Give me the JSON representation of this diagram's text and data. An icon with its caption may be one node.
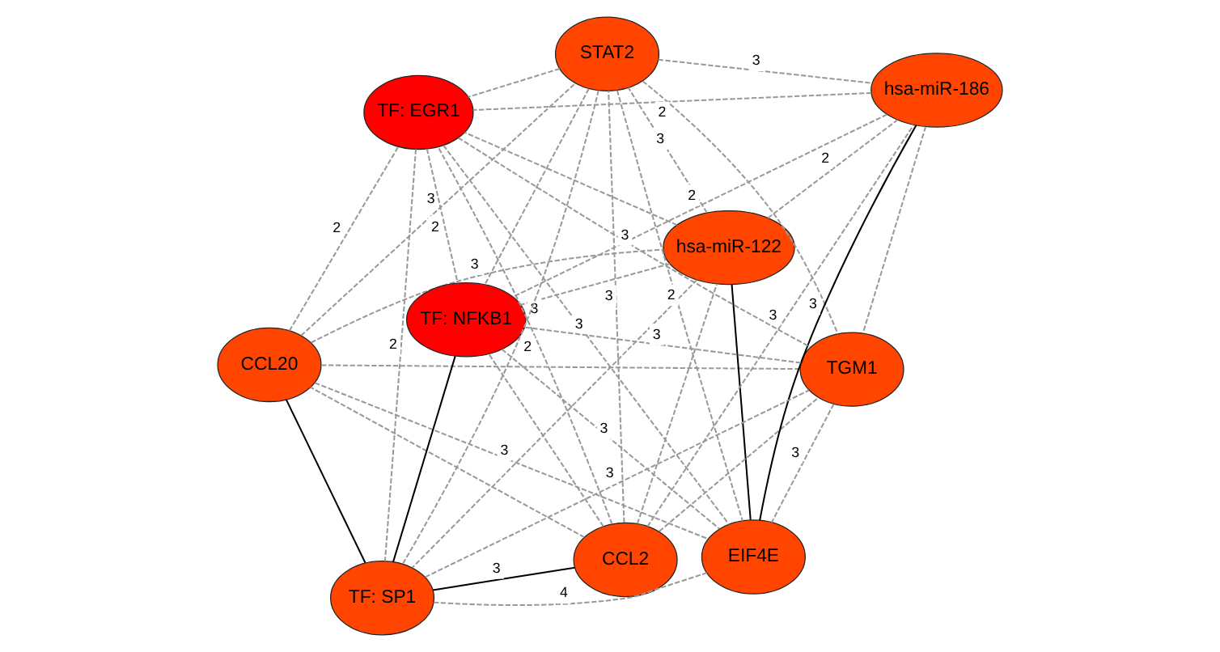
{
  "diagram": {
    "nodes": [
      {
        "text": [
          "CCL20"
        ]
      },
      {
        "text": [
          "hsa-miR-122"
        ]
      },
      {
        "text": [
          "CCL2"
        ]
      },
      {
        "text": [
          "STAT2"
        ]
      },
      {
        "text": [
          "hsa-miR-186"
        ]
      },
      {
        "text": [
          "TF: EGR1"
        ]
      },
      {
        "text": [
          "TF: SP1"
        ]
      },
      {
        "text": [
          "TGM1"
        ]
      },
      {
        "text": [
          "TF: NFKB1"
        ]
      },
      {
        "text": [
          "EIF4E"
        ]
      }
    ],
    "edges": [
      {
        "from": 0,
        "to": 1,
        "arrow": "none",
        "label": "3",
        "style": "dashed"
      },
      {
        "from": 0,
        "to": 3,
        "arrow": "none",
        "label": "3",
        "style": "dashed"
      },
      {
        "from": 0,
        "to": 9,
        "arrow": "none",
        "label": "3",
        "style": "dashed"
      },
      {
        "from": 0,
        "to": 5,
        "arrow": "none",
        "label": "2",
        "style": "dashed"
      },
      {
        "from": 0,
        "to": 7,
        "arrow": "none",
        "style": "dashed"
      },
      {
        "from": 0,
        "to": 6,
        "arrow": "none",
        "color": "#000000"
      },
      {
        "from": 2,
        "to": 0,
        "arrow": "none",
        "style": "dashed"
      },
      {
        "from": 2,
        "to": 1,
        "arrow": "none",
        "style": "dashed"
      },
      {
        "from": 2,
        "to": 3,
        "arrow": "none",
        "label": "3",
        "style": "dashed"
      },
      {
        "from": 2,
        "to": 4,
        "arrow": "none",
        "label": "3",
        "style": "dashed"
      },
      {
        "from": 2,
        "to": 5,
        "arrow": "none",
        "label": "3",
        "style": "dashed"
      },
      {
        "from": 2,
        "to": 7,
        "arrow": "none",
        "style": "dashed"
      },
      {
        "from": 2,
        "to": 8,
        "arrow": "none",
        "style": "dashed"
      },
      {
        "from": 2,
        "to": 6,
        "arrow": "none",
        "label": "3",
        "color": "#000000"
      },
      {
        "from": 1,
        "to": 3,
        "arrow": "none",
        "label": "3",
        "style": "dashed"
      },
      {
        "from": 1,
        "to": 4,
        "arrow": "none",
        "label": "2",
        "style": "dashed"
      },
      {
        "from": 1,
        "to": 5,
        "arrow": "none",
        "style": "dashed"
      },
      {
        "from": 1,
        "to": 6,
        "arrow": "none",
        "style": "dashed"
      },
      {
        "from": 1,
        "to": 8,
        "arrow": "none",
        "style": "dashed"
      },
      {
        "from": 1,
        "to": 9,
        "arrow": "none",
        "color": "#000000"
      },
      {
        "from": 3,
        "to": 4,
        "arrow": "none",
        "label": "3",
        "style": "dashed"
      },
      {
        "from": 3,
        "to": 5,
        "arrow": "none",
        "style": "dashed"
      },
      {
        "from": 3,
        "to": 6,
        "arrow": "none",
        "label": "2",
        "style": "dashed"
      },
      {
        "from": 3,
        "to": 7,
        "arrow": "none",
        "style": "dashed"
      },
      {
        "from": 3,
        "to": 8,
        "arrow": "none",
        "style": "dashed"
      },
      {
        "from": 3,
        "to": 9,
        "arrow": "none",
        "label": "2",
        "style": "dashed"
      },
      {
        "from": 4,
        "to": 5,
        "arrow": "none",
        "label": "2",
        "style": "dashed"
      },
      {
        "from": 4,
        "to": 7,
        "arrow": "none",
        "style": "dashed"
      },
      {
        "from": 4,
        "to": 8,
        "arrow": "none",
        "label": "2",
        "style": "dashed"
      },
      {
        "from": 4,
        "to": 9,
        "arrow": "none",
        "label": "3",
        "color": "#000000"
      },
      {
        "from": 5,
        "to": 6,
        "arrow": "none",
        "label": "2",
        "style": "dashed"
      },
      {
        "from": 5,
        "to": 7,
        "arrow": "none",
        "label": "3",
        "style": "dashed"
      },
      {
        "from": 5,
        "to": 8,
        "arrow": "none",
        "label": "2",
        "style": "dashed"
      },
      {
        "from": 5,
        "to": 9,
        "arrow": "none",
        "label": "3",
        "style": "dashed"
      },
      {
        "from": 6,
        "to": 7,
        "arrow": "none",
        "label": "3",
        "style": "dashed"
      },
      {
        "from": 6,
        "to": 9,
        "arrow": "none",
        "label": "4",
        "style": "dashed"
      },
      {
        "from": 6,
        "to": 8,
        "arrow": "none",
        "color": "#000000"
      },
      {
        "from": 7,
        "to": 8,
        "arrow": "none",
        "label": "3",
        "style": "dashed"
      },
      {
        "from": 7,
        "to": 9,
        "arrow": "none",
        "label": "3",
        "style": "dashed"
      },
      {
        "from": 8,
        "to": 9,
        "arrow": "none",
        "label": "3",
        "style": "dashed"
      }
    ]
  }
}
